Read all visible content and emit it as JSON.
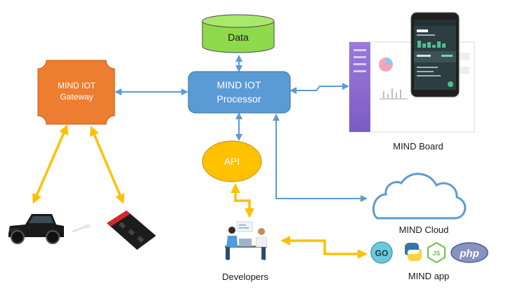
{
  "nodes": {
    "data": {
      "label": "Data"
    },
    "processor": {
      "line1": "MIND IOT",
      "line2": "Processor"
    },
    "gateway": {
      "line1": "MIND IOT",
      "line2": "Gateway"
    },
    "api": {
      "label": "API"
    },
    "board": {
      "label": "MIND Board"
    },
    "cloud": {
      "label": "MIND Cloud"
    },
    "developers": {
      "label": "Developers"
    },
    "app": {
      "label": "MIND app",
      "tech_icons": [
        {
          "name": "go-icon",
          "text": "GO"
        },
        {
          "name": "python-icon",
          "text": ""
        },
        {
          "name": "nodejs-icon",
          "text": "JS"
        },
        {
          "name": "php-icon",
          "text": "php"
        }
      ]
    }
  },
  "colors": {
    "data_fill": "#8ed94c",
    "processor_fill": "#5b9bd5",
    "gateway_fill": "#ed7d31",
    "api_fill": "#ffc000",
    "link_blue": "#5b9bd5",
    "link_yellow": "#ffc000",
    "cloud_stroke": "#5b9bd5"
  }
}
